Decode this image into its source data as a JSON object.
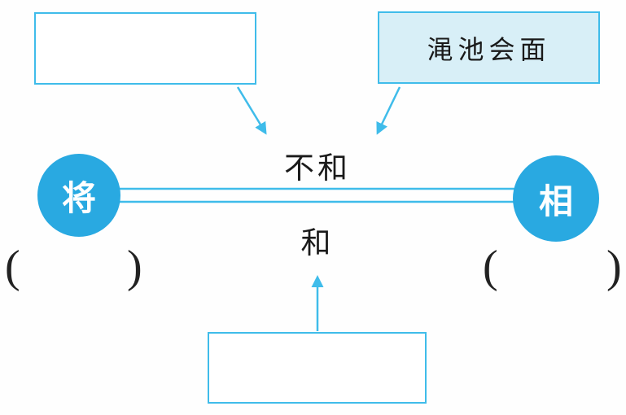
{
  "colors": {
    "accent": "#3fbcea",
    "node_fill": "#29a9e1",
    "label_box_fill": "#d8eff7",
    "text": "#1a1a1a"
  },
  "nodes": {
    "left": {
      "label": "将"
    },
    "right": {
      "label": "相"
    }
  },
  "relations": {
    "top": "不和",
    "bottom": "和"
  },
  "callouts": {
    "top_left": {
      "label": ""
    },
    "top_right": {
      "label": "渑池会面"
    },
    "bottom": {
      "label": ""
    }
  },
  "blanks": {
    "open_paren": "(",
    "close_paren": ")"
  }
}
